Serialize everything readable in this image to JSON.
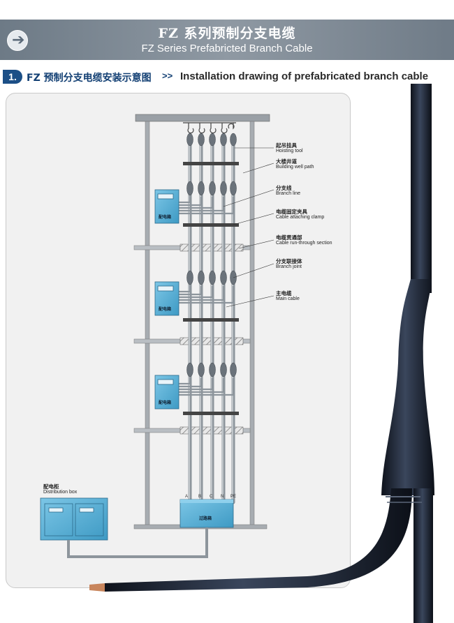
{
  "header": {
    "title_cn": "FZ 系列预制分支电缆",
    "title_en": "FZ Series Prefabricted Branch Cable",
    "arrow_icon": "arrow-right-icon"
  },
  "section": {
    "number": "1.",
    "title_cn": "FZ 预制分支电缆安装示意图",
    "separator": ">>",
    "title_en": "Installation drawing of prefabricated branch cable"
  },
  "labels": [
    {
      "cn": "起吊挂具",
      "en": "Hoisting tool"
    },
    {
      "cn": "大楼井道",
      "en": "Building well path"
    },
    {
      "cn": "分支线",
      "en": "Branch line"
    },
    {
      "cn": "电缆固定夹具",
      "en": "Cable attaching clamp"
    },
    {
      "cn": "电缆贯通部",
      "en": "Cable run-through section"
    },
    {
      "cn": "分支联接体",
      "en": "Branch joint"
    },
    {
      "cn": "主电缆",
      "en": "Main cable"
    }
  ],
  "boxes": {
    "floor_box": "配电箱",
    "distribution_cn": "配电柜",
    "distribution_en": "Distribution box",
    "junction": "过路箱"
  },
  "phases": [
    "A",
    "B",
    "C",
    "N",
    "PE"
  ],
  "colors": {
    "header_bg": "#7c8792",
    "section_blue": "#1c4f86",
    "box_fill": "#5db3d8",
    "cable_dark": "#1c2230"
  }
}
